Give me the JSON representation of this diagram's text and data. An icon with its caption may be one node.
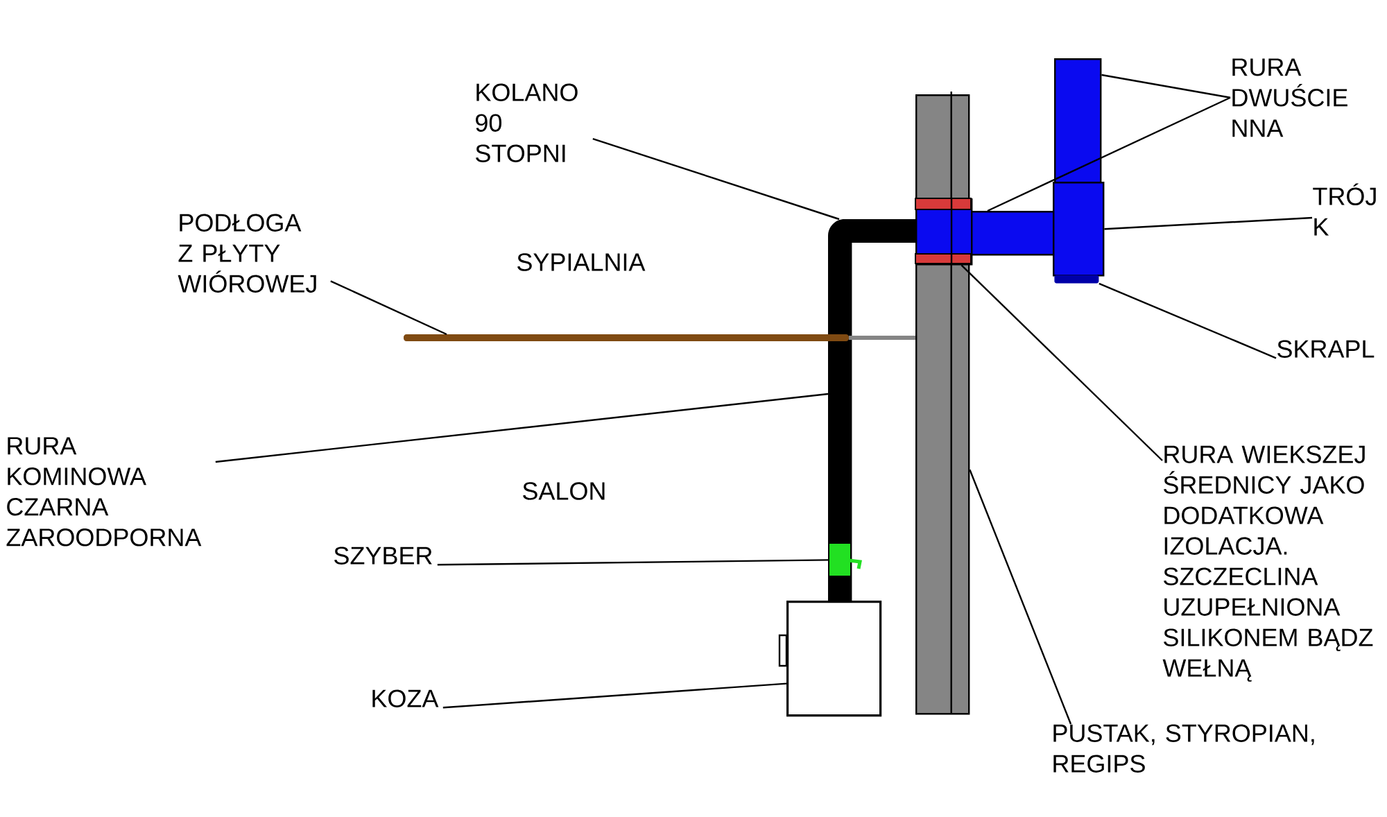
{
  "diagram": {
    "nodes": [
      {
        "text": [
          "KOLANO 90 STOPNI"
        ]
      },
      {
        "text": [
          "RURA DWUŚCIE NNA"
        ]
      },
      {
        "text": [
          "TRÓJ K"
        ]
      },
      {
        "text": [
          "PODŁOGA Z PŁYTY WIÓROWEJ"
        ]
      },
      {
        "text": [
          "SKRAPL"
        ]
      },
      {
        "text": [
          "RURA KOMINOWA CZARNA ZAROODPORNA"
        ]
      },
      {
        "text": [
          "RURA WIEKSZEJ ŚREDNICY JAKO DODATKOWA IZOLACJA. SZCZECLINA UZUPEŁNIONA SILIKONEM BĄDZ WEŁNĄ"
        ]
      },
      {
        "text": [
          "SZYBER"
        ]
      },
      {
        "text": [
          "KOZA"
        ]
      },
      {
        "text": [
          "PUSTAK, STYROPIAN, REGIPS"
        ]
      },
      {
        "text": [],
        "shape": "wall"
      },
      {
        "text": [],
        "shape": "sleeve",
        "in": 10
      },
      {
        "text": [],
        "shape": "elbow"
      },
      {
        "text": [],
        "shape": "pipe"
      },
      {
        "text": [],
        "shape": "bar"
      },
      {
        "text": [],
        "shape": "valve",
        "in": 13
      },
      {
        "text": [],
        "shape": "stove"
      },
      {
        "text": [],
        "shape": "pipe"
      },
      {
        "text": [],
        "shape": "pipe"
      },
      {
        "text": [],
        "shape": "box"
      },
      {
        "text": [],
        "shape": "bar"
      }
    ],
    "edges": [
      {
        "from": 0,
        "to": 12,
        "arrow": "none"
      },
      {
        "from": 1,
        "to": 17,
        "arrow": "none"
      },
      {
        "from": 1,
        "to": 18,
        "arrow": "none"
      },
      {
        "from": 2,
        "to": 19,
        "arrow": "none"
      },
      {
        "from": 3,
        "to": 14,
        "arrow": "none"
      },
      {
        "from": 4,
        "to": 20,
        "arrow": "none"
      },
      {
        "from": 5,
        "to": 13,
        "arrow": "none"
      },
      {
        "from": 6,
        "to": 11,
        "arrow": "none"
      },
      {
        "from": 7,
        "to": 15,
        "arrow": "none"
      },
      {
        "from": 8,
        "to": 16,
        "arrow": "none"
      },
      {
        "from": 9,
        "to": 10,
        "arrow": "none"
      }
    ],
    "labels": [
      "SYPIALNIA",
      "SALON"
    ]
  }
}
